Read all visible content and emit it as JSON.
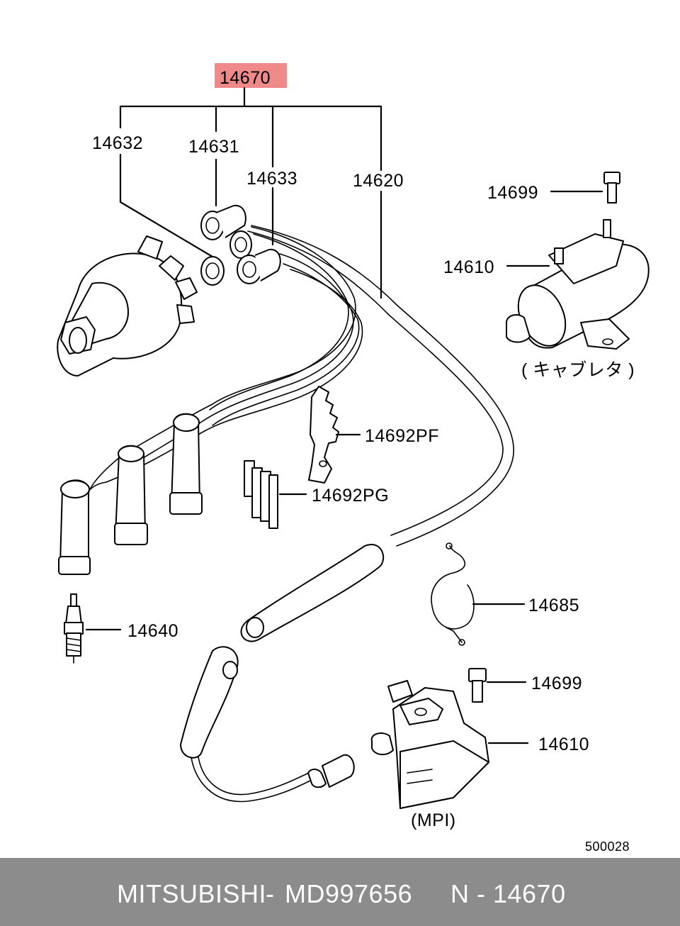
{
  "diagram": {
    "highlighted_part": "14670",
    "labels": {
      "p14632": "14632",
      "p14631": "14631",
      "p14633": "14633",
      "p14620": "14620",
      "p14699_top": "14699",
      "p14610_top": "14610",
      "carburetor_note": "( キャブレタ )",
      "p14692PF": "14692PF",
      "p14692PG": "14692PG",
      "p14685": "14685",
      "p14640": "14640",
      "p14699_bottom": "14699",
      "p14610_bottom": "14610",
      "mpi_note": "(MPI)",
      "figure_number": "500028"
    },
    "colors": {
      "highlight": "#f08a8a",
      "footer_background": "#8c8c8c",
      "footer_text": "#ffffff"
    }
  },
  "footer": {
    "brand": "MITSUBISHI",
    "separator": "-",
    "part_number": "MD997656",
    "group_code": "N - 14670"
  }
}
